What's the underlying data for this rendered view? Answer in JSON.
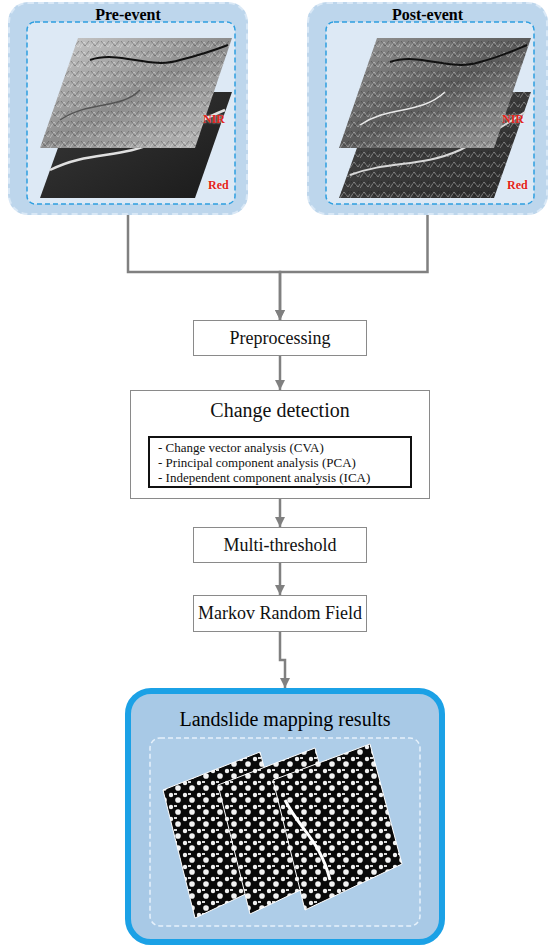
{
  "diagram": {
    "nodes": [
      {
        "text": [
          "Pre-event"
        ]
      },
      {
        "text": [
          "Post-event"
        ]
      },
      {
        "text": [
          "Preprocessing"
        ]
      },
      {
        "text": [
          "Change detection"
        ]
      },
      {
        "text": [
          "- Change vector analysis (CVA)",
          "- Principal component analysis (PCA)",
          "- Independent component analysis (ICA)"
        ],
        "in": 3
      },
      {
        "text": [
          "Multi-threshold"
        ]
      },
      {
        "text": [
          "Markov Random Field"
        ]
      },
      {
        "text": [
          "Landslide mapping results"
        ]
      }
    ],
    "edges": [
      {
        "from": 0,
        "to": 2,
        "arrow": "to"
      },
      {
        "from": 1,
        "to": 2,
        "arrow": "to"
      },
      {
        "from": 2,
        "to": 3,
        "arrow": "to"
      },
      {
        "from": 3,
        "to": 5,
        "arrow": "to"
      },
      {
        "from": 5,
        "to": 6,
        "arrow": "to"
      },
      {
        "from": 6,
        "to": 7,
        "arrow": "to"
      }
    ],
    "labels": [
      "NIR",
      "Red",
      "NIR",
      "Red"
    ]
  }
}
